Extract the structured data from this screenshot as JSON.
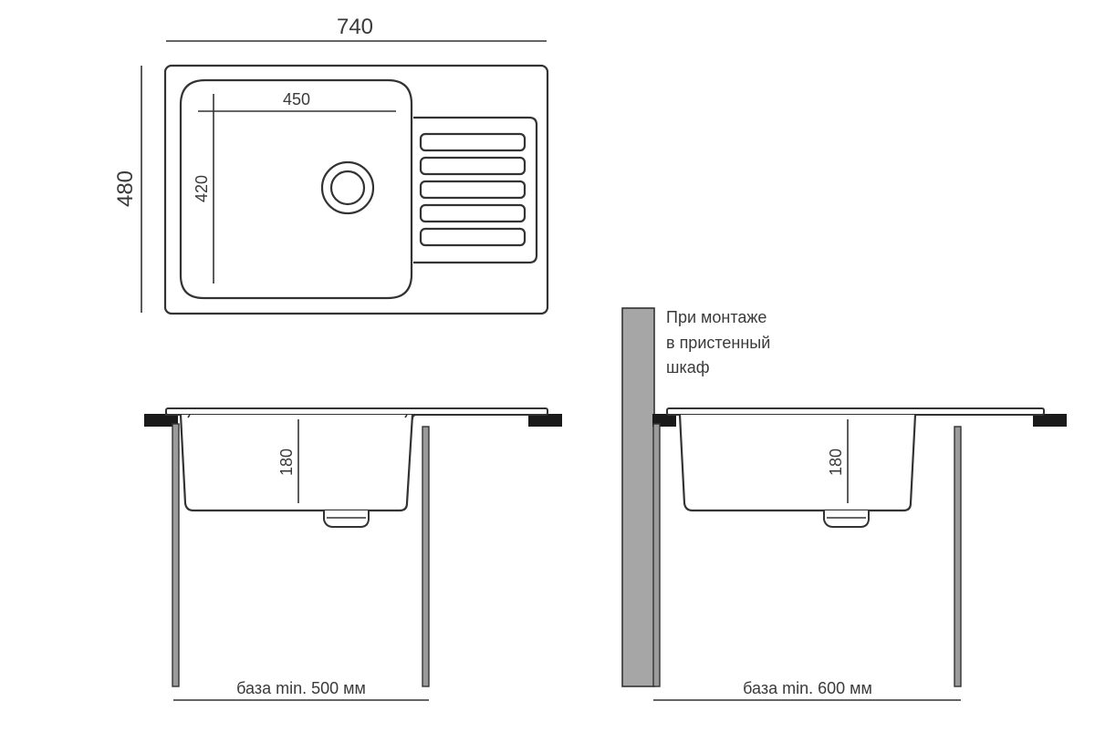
{
  "top_view": {
    "overall_width": "740",
    "overall_height": "480",
    "bowl_width": "450",
    "bowl_height": "420",
    "drainer_grooves": 5
  },
  "side_view_standard": {
    "depth": "180",
    "base_label": "база min. 500 мм"
  },
  "side_view_wall": {
    "depth": "180",
    "note_lines": [
      "При монтаже",
      "в пристенный",
      "шкаф"
    ],
    "base_label": "база min. 600 мм"
  },
  "colors": {
    "line": "#333333",
    "text": "#3a3a3a",
    "wall_fill": "#a6a6a6",
    "cabinet_fill": "#9b9b9b",
    "countertop": "#1a1a1a"
  }
}
